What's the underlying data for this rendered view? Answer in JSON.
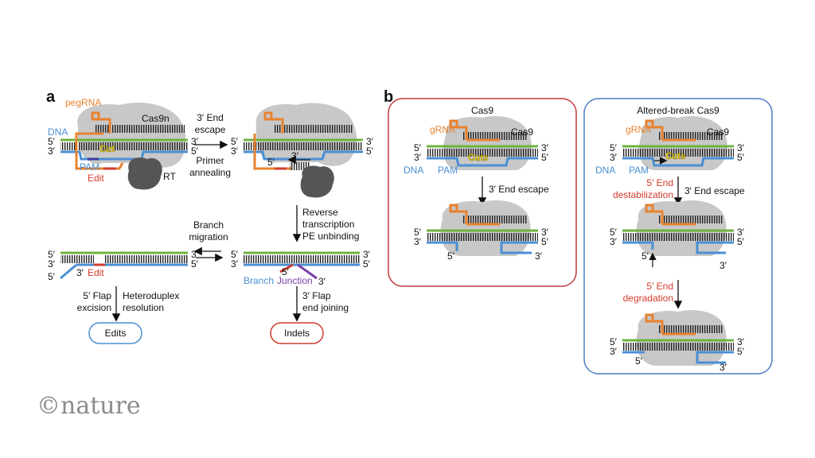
{
  "panel_a": {
    "label": "a",
    "pegrna": "pegRNA",
    "cas9n": "Cas9n",
    "dna": "DNA",
    "cut": "Cut",
    "pam": "PAM",
    "edit": "Edit",
    "rt": "RT",
    "step1": [
      "3′ End",
      "escape"
    ],
    "step1b": [
      "Primer",
      "annealing"
    ],
    "step2": [
      "Reverse",
      "transcription",
      "PE unbinding"
    ],
    "branch_migration": [
      "Branch",
      "migration"
    ],
    "branch": "Branch",
    "junction": "Junction",
    "flap5": [
      "5′ Flap",
      "excision"
    ],
    "heteroduplex": [
      "Heteroduplex",
      "resolution"
    ],
    "flap3": [
      "3′ Flap",
      "end joining"
    ],
    "edits": "Edits",
    "indels": "Indels"
  },
  "panel_b": {
    "label": "b",
    "left_title": "Cas9",
    "right_title": "Altered-break Cas9",
    "grna": "gRNA",
    "cas9": "Cas9",
    "dna": "DNA",
    "pam": "PAM",
    "cuts": "Cuts",
    "end_escape": "3′ End escape",
    "destab": [
      "5′ End",
      "destabilization"
    ],
    "degrad": [
      "5′ End",
      "degradation"
    ]
  },
  "ends": {
    "p5": "5′",
    "p3": "3′"
  },
  "watermark": "©nature",
  "colors": {
    "green": "#6db33f",
    "blue": "#4a8fd4",
    "orange": "#e8822f",
    "red": "#d23b2c",
    "purple": "#7a3fa8",
    "protein": "#c8c8c8",
    "rt": "#555555"
  }
}
